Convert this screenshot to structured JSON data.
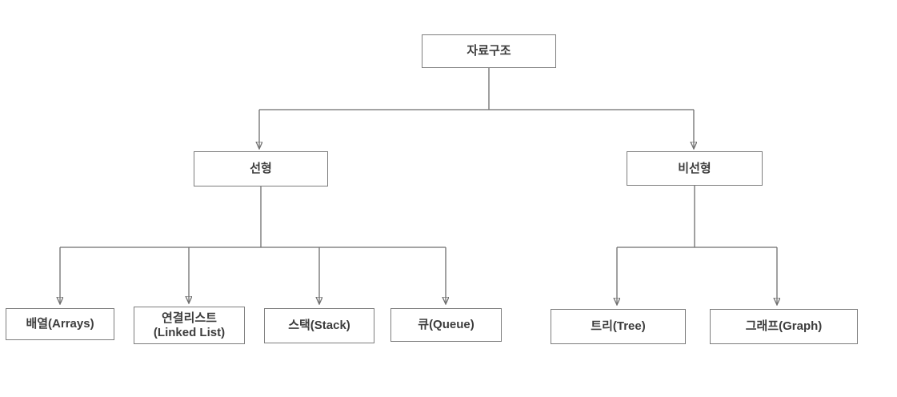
{
  "diagram": {
    "type": "tree",
    "colors": {
      "background": "#ffffff",
      "node_border": "#7d7d7d",
      "node_fill": "#ffffff",
      "connector": "#6e6e6e",
      "text": "#3d3d3d"
    },
    "nodes": {
      "root": {
        "label": "자료구조"
      },
      "linear": {
        "label": "선형"
      },
      "nonlinear": {
        "label": "비선형"
      },
      "array": {
        "label": "배열(Arrays)"
      },
      "linkedlist": {
        "lines": [
          "연결리스트",
          "(Linked List)"
        ]
      },
      "stack": {
        "label": "스택(Stack)"
      },
      "queue": {
        "label": "큐(Queue)"
      },
      "tree": {
        "label": "트리(Tree)"
      },
      "graph": {
        "label": "그래프(Graph)"
      }
    },
    "edges": [
      {
        "from": "root",
        "to": "linear",
        "arrow": true
      },
      {
        "from": "root",
        "to": "nonlinear",
        "arrow": true
      },
      {
        "from": "linear",
        "to": "array",
        "arrow": true
      },
      {
        "from": "linear",
        "to": "linkedlist",
        "arrow": true
      },
      {
        "from": "linear",
        "to": "stack",
        "arrow": true
      },
      {
        "from": "linear",
        "to": "queue",
        "arrow": true
      },
      {
        "from": "nonlinear",
        "to": "tree",
        "arrow": true
      },
      {
        "from": "nonlinear",
        "to": "graph",
        "arrow": true
      }
    ]
  }
}
